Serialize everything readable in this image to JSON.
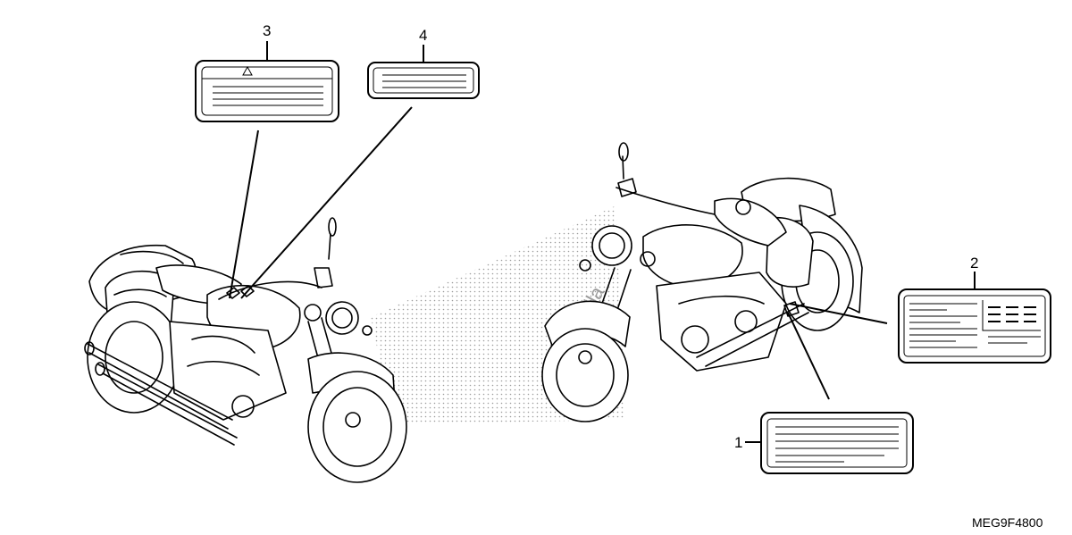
{
  "diagram": {
    "callouts": [
      {
        "id": "callout-1",
        "label": "1"
      },
      {
        "id": "callout-2",
        "label": "2"
      },
      {
        "id": "callout-3",
        "label": "3"
      },
      {
        "id": "callout-4",
        "label": "4"
      }
    ],
    "drawing_code": "MEG9F4800",
    "watermark_text": "Partzilla"
  },
  "colors": {
    "ink": "#000000",
    "background": "#ffffff",
    "watermark": "#9a9a9a"
  }
}
